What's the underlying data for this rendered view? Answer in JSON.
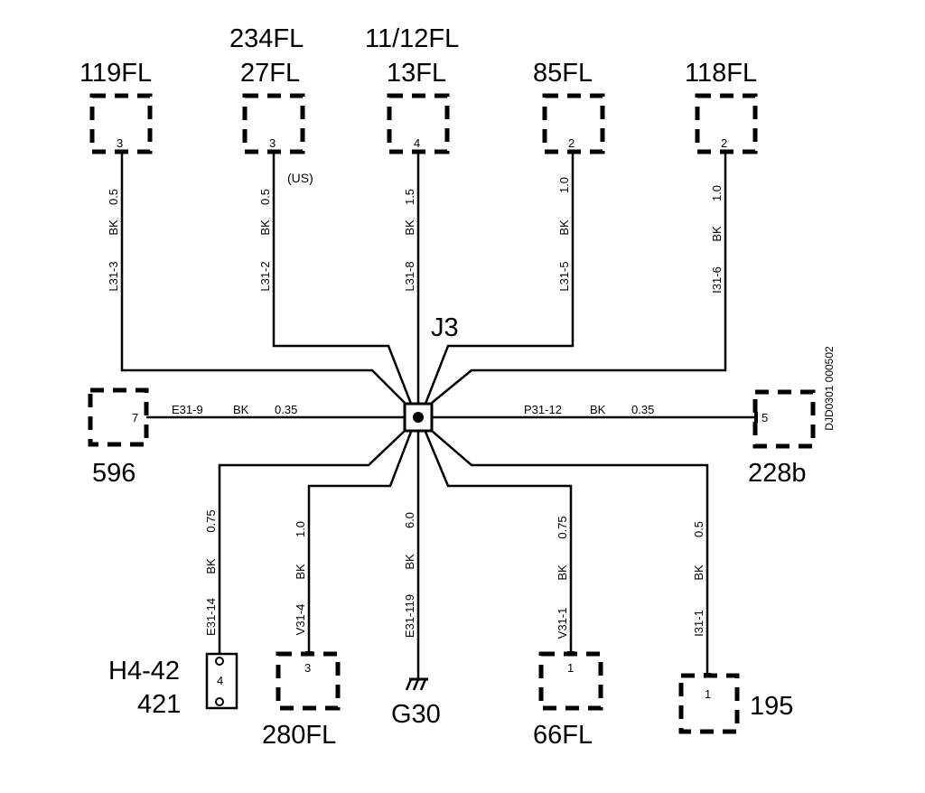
{
  "splice": {
    "name": "J3"
  },
  "doc_code": "DJD0301 000502",
  "ground": {
    "name": "G30"
  },
  "connectors": {
    "c119fl": {
      "name": "119FL",
      "pin": "3"
    },
    "c27fl": {
      "name_top": "234FL",
      "name": "27FL",
      "pin": "3",
      "note": "(US)"
    },
    "c13fl": {
      "name_top": "11/12FL",
      "name": "13FL",
      "pin": "4"
    },
    "c85fl": {
      "name": "85FL",
      "pin": "2"
    },
    "c118fl": {
      "name": "118FL",
      "pin": "2"
    },
    "c596": {
      "name": "596",
      "pin": "7"
    },
    "c228b": {
      "name": "228b",
      "pin": "5"
    },
    "c421": {
      "name_top": "H4-42",
      "name": "421",
      "pin": "4"
    },
    "c280fl": {
      "name": "280FL",
      "pin": "3"
    },
    "c66fl": {
      "name": "66FL",
      "pin": "1"
    },
    "c195": {
      "name": "195",
      "pin": "1"
    }
  },
  "wires": {
    "w119fl": {
      "size": "0.5",
      "color": "BK",
      "circuit": "L31-3"
    },
    "w27fl": {
      "size": "0.5",
      "color": "BK",
      "circuit": "L31-2"
    },
    "w13fl": {
      "size": "1.5",
      "color": "BK",
      "circuit": "L31-8"
    },
    "w85fl": {
      "size": "1.0",
      "color": "BK",
      "circuit": "L31-5"
    },
    "w118fl": {
      "size": "1.0",
      "color": "BK",
      "circuit": "I31-6"
    },
    "w596": {
      "circuit": "E31-9",
      "color": "BK",
      "size": "0.35"
    },
    "w228b": {
      "circuit": "P31-12",
      "color": "BK",
      "size": "0.35"
    },
    "w421": {
      "size": "0.75",
      "color": "BK",
      "circuit": "E31-14"
    },
    "w280fl": {
      "size": "1.0",
      "color": "BK",
      "circuit": "V31-4"
    },
    "wg30": {
      "size": "6.0",
      "color": "BK",
      "circuit": "E31-119"
    },
    "w66fl": {
      "size": "0.75",
      "color": "BK",
      "circuit": "V31-1"
    },
    "w195": {
      "size": "0.5",
      "color": "BK",
      "circuit": "I31-1"
    }
  }
}
